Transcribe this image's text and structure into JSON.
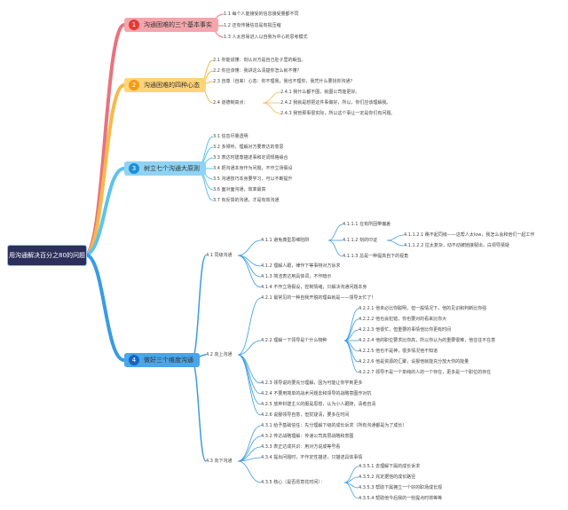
{
  "root": "用沟通解决百分之80的问题",
  "branches": [
    {
      "num": "1",
      "label": "沟通困难的三个基本事实",
      "color": "#e8737d",
      "items": [
        "1.1 每个人能接受的信息接受量都不同",
        "1.2 还有传播信息是有损压缩",
        "1.3 人太容易进入以自我为中心的思考模式"
      ]
    },
    {
      "num": "2",
      "label": "沟通困难的四种心态",
      "color": "#f5b94b",
      "items": [
        "2.1 你能说懂：刻认对方是自己肚子里的蛔虫。",
        "2.2 你应该懂：我讲这么清楚你怎么就不懂？",
        "2.3 自尊（自卑）心态：你不理我，我也不理你，我凭什么要找你沟通？",
        "2.4 道德制高点：",
        "2.4.1 我什么都不图，就图公司能更好。",
        "2.4.2 我就是想把这件事做好，所以，你们应该理解我。",
        "2.4.3 我管那事很实际，所以这个事让一定是你们有问题。"
      ]
    },
    {
      "num": "3",
      "label": "树立七个沟通大原则",
      "color": "#5ec3ea",
      "items": [
        "3.1 信息尽量透明",
        "3.2 多倾听，理解对方要表达的意思",
        "3.3 表达时建尊描述事和定调规格缘合",
        "3.4 把沟通本身作为问题，不作立场假设",
        "3.5 沟通技巧本身要学习，可以不断提升",
        "3.6 面对面沟通，效率最高",
        "3.7 有反馈的沟通，才是有效沟通"
      ]
    },
    {
      "num": "4",
      "label": "做好三个维度沟通",
      "color": "#3a9be0",
      "items": [
        "4.1 同级沟通",
        "4.1.1 避免典型思维陷阱",
        "4.1.1.1 在有所固带偏差",
        "4.1.1.2 刻的印证",
        "4.1.1.2.1 瞧不起同级——这帮人太low，我怎么会和他们一起工作",
        "4.1.1.2.2 拉太复杂，动不动被她接裂出，白领导猜疑",
        "4.1.1.3 总是一种提高自下的视角",
        "4.1.2 理解人跟，律作下等事特对方诉求",
        "4.1.3 简洁表达用具体词，不作暗示",
        "4.1.4 不作立场假设，控制情绪，只解决沟通问题本身",
        "4.2 向上沟通",
        "4.2.1 最常见的一种自我开脱的理由就是——领导太忙了！",
        "4.2.2 理解一下领导是个什么物种",
        "4.2.2.1 他未必比你聪明，但一般情况下，他的见识和判断比你强",
        "4.2.2.2 他也会犯错，你也要对的看来比你大",
        "4.2.2.3 他很忙，但重要的事情他比你更有时间",
        "4.2.2.4 他的职位要求比你高，所以你认为的重要很难，他往往不在意",
        "4.2.2.5 他也不是神，很多情况他不知道",
        "4.2.2.6 他是资源的汇聚，设报他就能充分放大你的能量",
        "4.2.2.7 领导不是一个单纯的人的一个存在，更多是一个职位的存在",
        "4.2.3 领导说的要充分理解，因为可能让你学到更多",
        "4.2.4 不要用简单的战术问题去和领导的战略意图作对抗",
        "4.2.5 放弃封建主义的服是思想，认为小人跟随，清者自清",
        "4.2.6 说服领导自意，但犹疑清，要多在时间",
        "4.3 向下沟通",
        "4.3.1 给予基础信任：先分理解下级的成长诉求（所有沟通都是为了成长）",
        "4.3.2 传达战略理解：传递公司高层战略和意图",
        "4.3.3 表正达成共识：用对方说成等号看",
        "4.3.4 提出问题时，不作定性描述，只描述具体事情",
        "4.3.5 核心（是否愿意花时间）：",
        "4.3.5.1 去理解下属的成长诉求",
        "4.3.5.2 充定据他的成长路径",
        "4.3.5.3 帮助下属拥立一个好的职场成长观",
        "4.3.5.4 帮助他今后我的一些提点时将等等"
      ]
    }
  ]
}
